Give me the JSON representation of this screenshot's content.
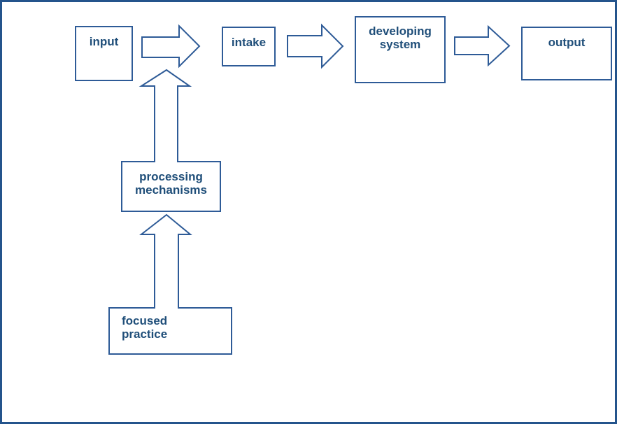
{
  "diagram": {
    "boxes": [
      {
        "id": "input",
        "label": "input"
      },
      {
        "id": "intake",
        "label": "intake"
      },
      {
        "id": "developing-system",
        "label": "developing system"
      },
      {
        "id": "output",
        "label": "output"
      },
      {
        "id": "processing-mechanisms",
        "label": "processing mechanisms"
      },
      {
        "id": "focused-practice",
        "label": "focused practice"
      }
    ],
    "arrows": [
      {
        "id": "input-to-intake",
        "direction": "right",
        "from": "input",
        "to": "intake"
      },
      {
        "id": "intake-to-developing-system",
        "direction": "right",
        "from": "intake",
        "to": "developing system"
      },
      {
        "id": "developing-system-to-output",
        "direction": "right",
        "from": "developing system",
        "to": "output"
      },
      {
        "id": "processing-to-flow",
        "direction": "up",
        "from": "processing mechanisms",
        "to": "input-intake-arrow"
      },
      {
        "id": "focused-to-processing",
        "direction": "up",
        "from": "focused practice",
        "to": "processing mechanisms"
      }
    ],
    "colors": {
      "box_border": "#2E5B97",
      "arrow_outline": "#2E5B97",
      "label_text": "#1F4E79",
      "frame_border": "#24548C",
      "background": "#FFFFFF"
    }
  }
}
